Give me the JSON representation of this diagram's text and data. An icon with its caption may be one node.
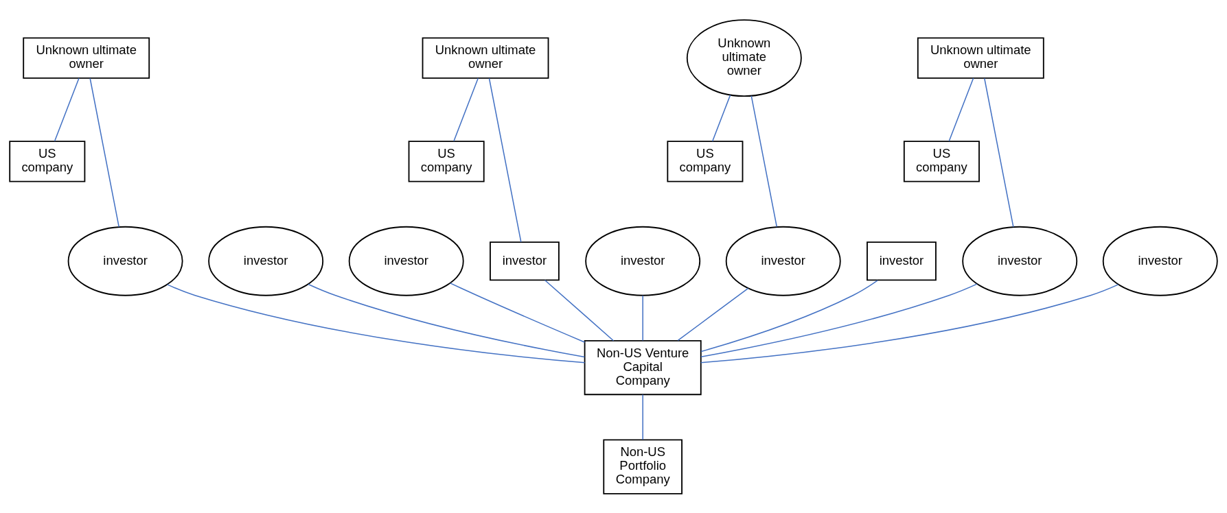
{
  "diagram": {
    "nodes": [
      {
        "text": [
          "Unknown ultimate owner"
        ]
      },
      {
        "text": [
          "Unknown ultimate owner"
        ]
      },
      {
        "text": [
          "Unknown ultimate owner"
        ]
      },
      {
        "text": [
          "Unknown ultimate owner"
        ]
      },
      {
        "text": [
          "US company"
        ]
      },
      {
        "text": [
          "US company"
        ]
      },
      {
        "text": [
          "US company"
        ]
      },
      {
        "text": [
          "US company"
        ]
      },
      {
        "text": [
          "investor"
        ]
      },
      {
        "text": [
          "investor"
        ]
      },
      {
        "text": [
          "investor"
        ]
      },
      {
        "text": [
          "investor"
        ]
      },
      {
        "text": [
          "investor"
        ]
      },
      {
        "text": [
          "investor"
        ]
      },
      {
        "text": [
          "investor"
        ]
      },
      {
        "text": [
          "investor"
        ]
      },
      {
        "text": [
          "investor"
        ]
      },
      {
        "text": [
          "Non-US Venture Capital Company"
        ]
      },
      {
        "text": [
          "Non-US Portfolio Company"
        ]
      }
    ],
    "edges": [
      {
        "from": 0,
        "to": 4,
        "arrow": "none"
      },
      {
        "from": 0,
        "to": 9,
        "arrow": "none"
      },
      {
        "from": 1,
        "to": 5,
        "arrow": "none"
      },
      {
        "from": 1,
        "to": 11,
        "arrow": "none"
      },
      {
        "from": 2,
        "to": 6,
        "arrow": "none"
      },
      {
        "from": 2,
        "to": 13,
        "arrow": "none"
      },
      {
        "from": 3,
        "to": 7,
        "arrow": "none"
      },
      {
        "from": 3,
        "to": 15,
        "arrow": "none"
      },
      {
        "from": 8,
        "to": 17,
        "arrow": "none"
      },
      {
        "from": 9,
        "to": 17,
        "arrow": "none"
      },
      {
        "from": 10,
        "to": 17,
        "arrow": "none"
      },
      {
        "from": 11,
        "to": 17,
        "arrow": "none"
      },
      {
        "from": 12,
        "to": 17,
        "arrow": "none"
      },
      {
        "from": 13,
        "to": 17,
        "arrow": "none"
      },
      {
        "from": 14,
        "to": 17,
        "arrow": "none"
      },
      {
        "from": 15,
        "to": 17,
        "arrow": "none"
      },
      {
        "from": 16,
        "to": 17,
        "arrow": "none"
      },
      {
        "from": 17,
        "to": 18,
        "arrow": "none"
      }
    ]
  }
}
